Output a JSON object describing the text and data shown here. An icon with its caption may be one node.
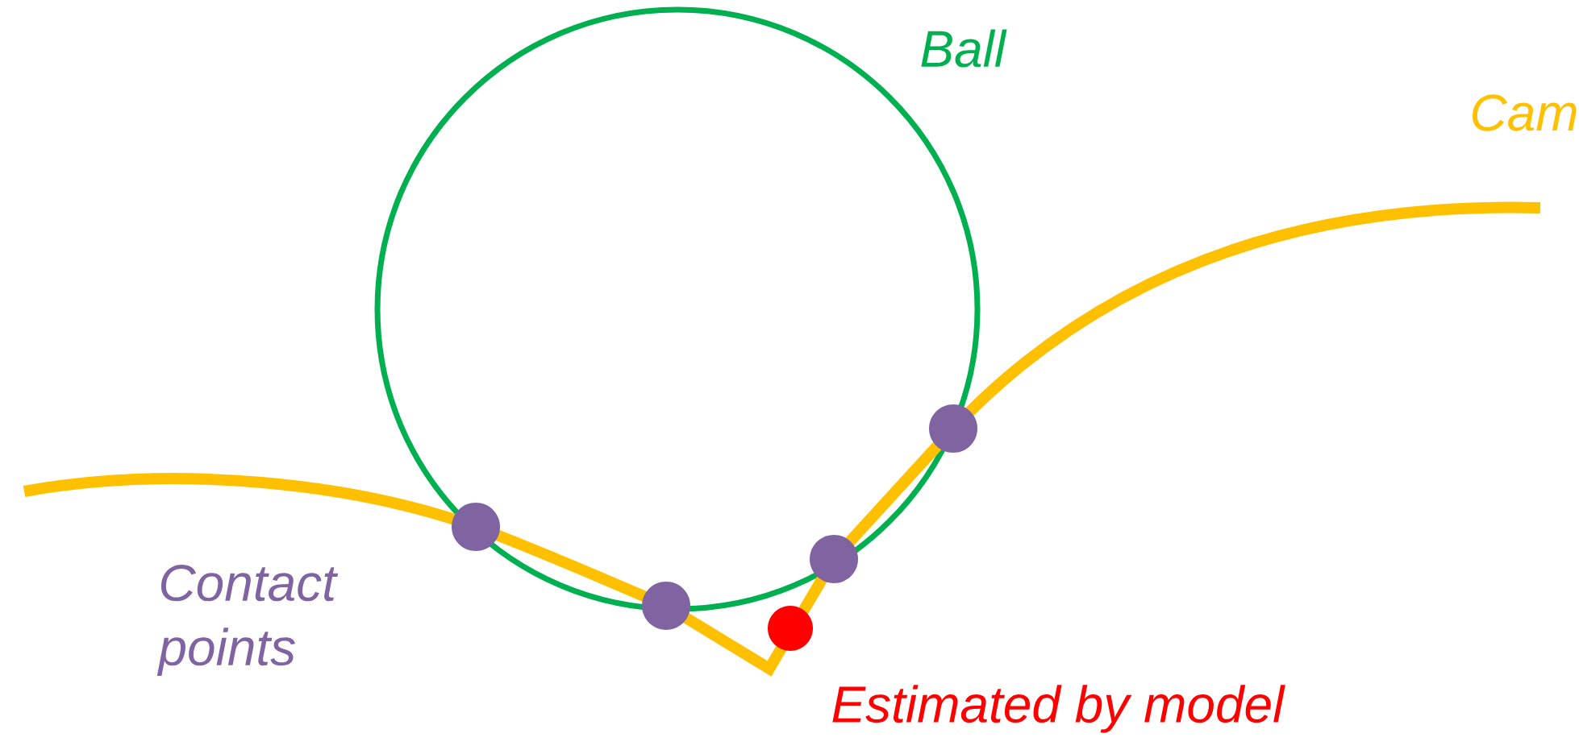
{
  "diagram": {
    "labels": [
      "Ball",
      "Cam",
      "Contact points",
      "Estimated by model"
    ]
  }
}
